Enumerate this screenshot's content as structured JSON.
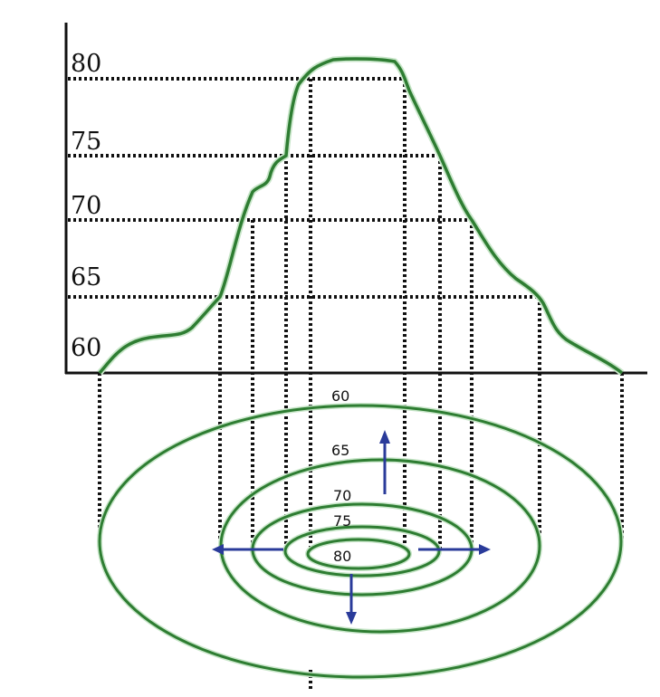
{
  "profile_labels": [
    "80",
    "75",
    "70",
    "65",
    "60"
  ],
  "contour_labels": [
    "60",
    "65",
    "70",
    "75",
    "80"
  ],
  "colors": {
    "line": "#2e7d32",
    "arrow": "#2a3b9a",
    "guide": "#111111"
  }
}
